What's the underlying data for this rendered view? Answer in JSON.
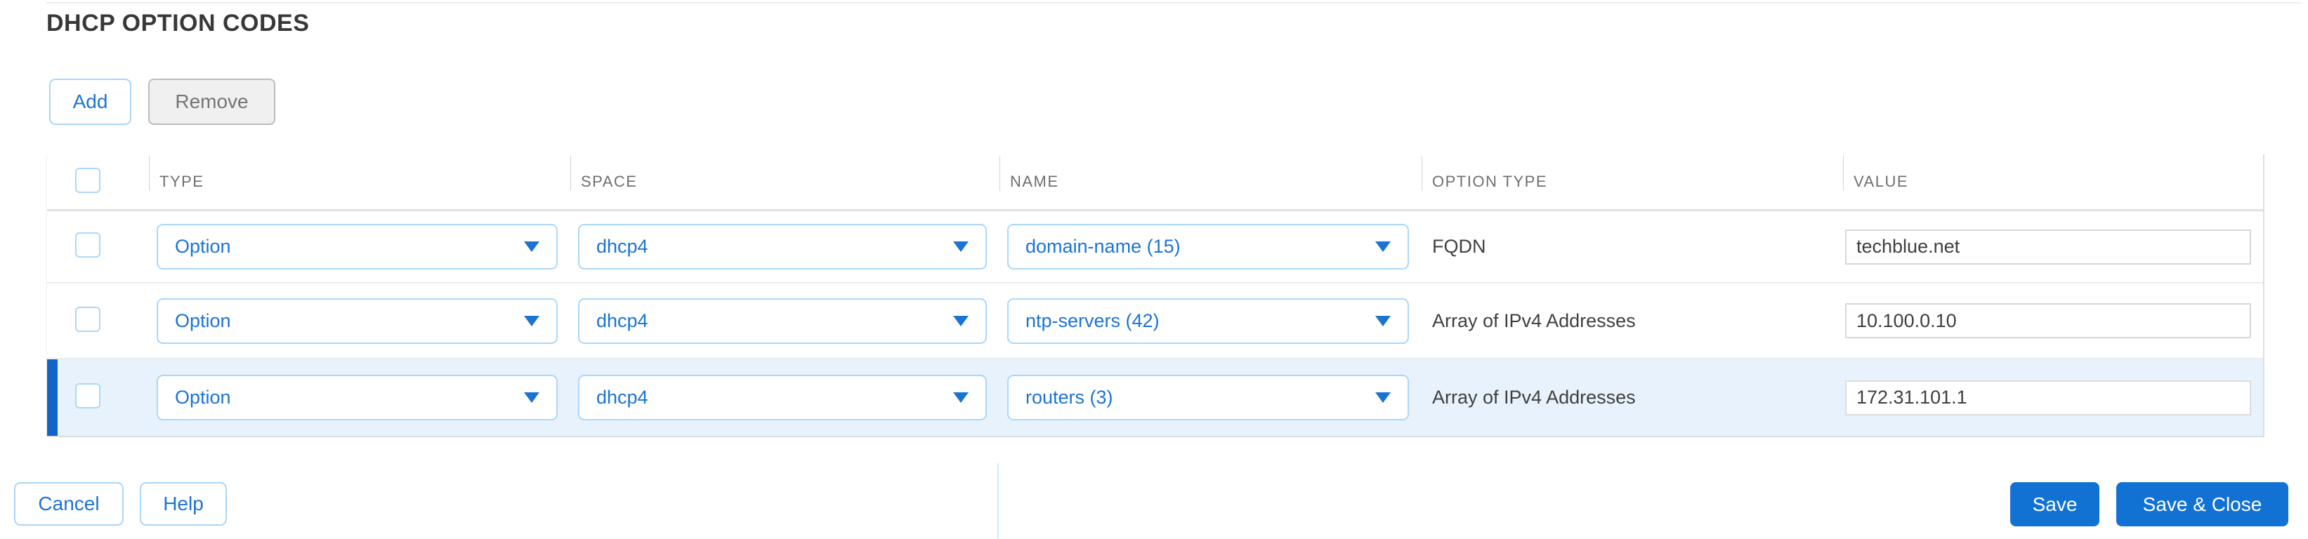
{
  "panel": {
    "title": "DHCP OPTION CODES"
  },
  "toolbar": {
    "add_label": "Add",
    "remove_label": "Remove"
  },
  "table": {
    "columns": [
      "TYPE",
      "SPACE",
      "NAME",
      "OPTION TYPE",
      "VALUE"
    ],
    "rows": [
      {
        "selected": false,
        "type": "Option",
        "space": "dhcp4",
        "name": "domain-name (15)",
        "option_type": "FQDN",
        "value": "techblue.net"
      },
      {
        "selected": false,
        "type": "Option",
        "space": "dhcp4",
        "name": "ntp-servers (42)",
        "option_type": "Array of IPv4 Addresses",
        "value": "10.100.0.10"
      },
      {
        "selected": true,
        "type": "Option",
        "space": "dhcp4",
        "name": "routers (3)",
        "option_type": "Array of IPv4 Addresses",
        "value": "172.31.101.1"
      }
    ]
  },
  "footer": {
    "cancel_label": "Cancel",
    "help_label": "Help",
    "save_label": "Save",
    "save_close_label": "Save & Close"
  },
  "colors": {
    "accent_blue": "#1b74d3",
    "solid_button_blue": "#1272d4",
    "selected_row_bg": "#e7f2fc",
    "selected_row_bar": "#1165c9",
    "dropdown_border": "#abd7fb",
    "header_text": "#6f6f6f",
    "body_text": "#3f3f3f",
    "panel_divider": "#c9eef8"
  }
}
